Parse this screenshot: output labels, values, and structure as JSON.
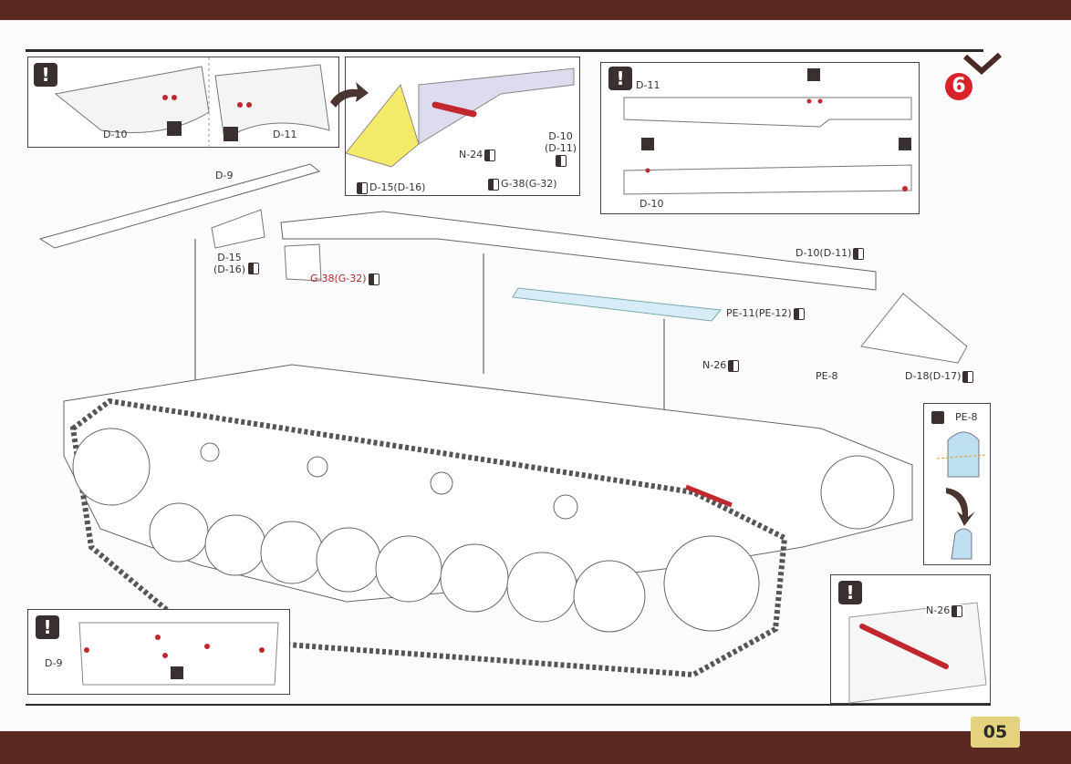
{
  "page_number": "05",
  "step_number": "6",
  "notes": {
    "top_left": {
      "labels": [
        "D-10",
        "D-11"
      ]
    },
    "top_middle": {
      "labels": [
        "N-24",
        "D-10",
        "(D-11)",
        "G-38(G-32)",
        "D-15(D-16)"
      ]
    },
    "top_right": {
      "labels": [
        "D-11",
        "D-10"
      ]
    },
    "pe8": {
      "label": "PE-8"
    },
    "bottom_right": {
      "label": "N-26"
    },
    "bottom_left": {
      "label": "D-9"
    }
  },
  "main": {
    "d9": "D-9",
    "d15": "D-15",
    "d16": "(D-16)",
    "g38": "G-38(G-32)",
    "d10": "D-10(D-11)",
    "pe11": "PE-11(PE-12)",
    "d18": "D-18(D-17)",
    "n26": "N-26",
    "pe8": "PE-8"
  },
  "warning_glyph": "!"
}
